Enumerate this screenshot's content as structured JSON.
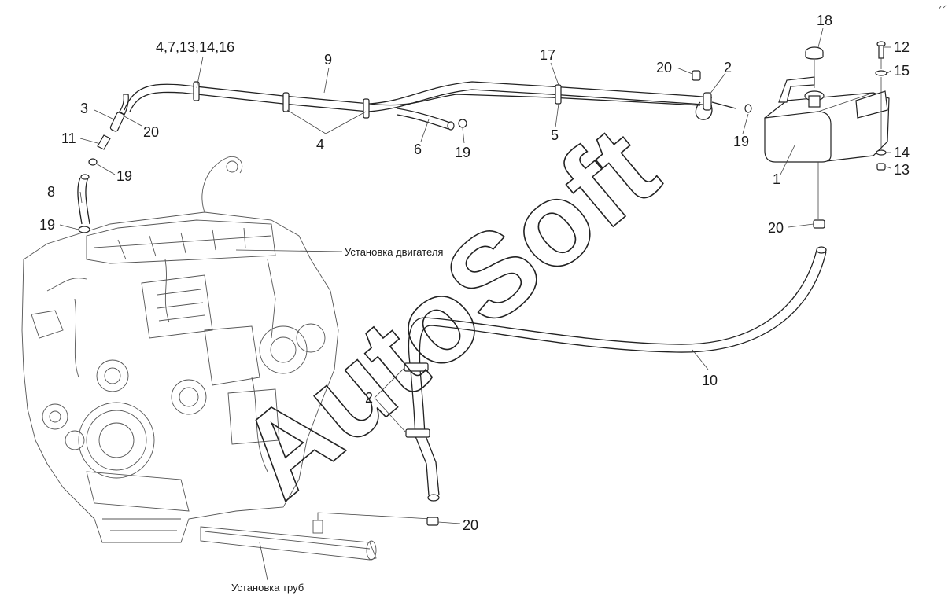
{
  "callouts": {
    "c_4_7_13_14_16": "4,7,13,14,16",
    "c9": "9",
    "c17": "17",
    "c20_top": "20",
    "c2_top": "2",
    "c18": "18",
    "c12": "12",
    "c15": "15",
    "c3": "3",
    "c20_left": "20",
    "c11": "11",
    "c19_left": "19",
    "c4": "4",
    "c6": "6",
    "c19_mid": "19",
    "c5": "5",
    "c19_tank": "19",
    "c14": "14",
    "c13": "13",
    "c1": "1",
    "c8": "8",
    "c19_hose": "19",
    "c20_right": "20",
    "c10": "10",
    "c2_bottom": "2",
    "c20_bottom": "20"
  },
  "captions": {
    "engine_install": "Установка двигателя",
    "pipes_install": "Установка труб"
  },
  "watermark": "AutoSoft",
  "icons": [
    "expansion-tank-icon",
    "engine-icon",
    "hose-icon",
    "clamp-icon",
    "filler-cap-icon"
  ]
}
